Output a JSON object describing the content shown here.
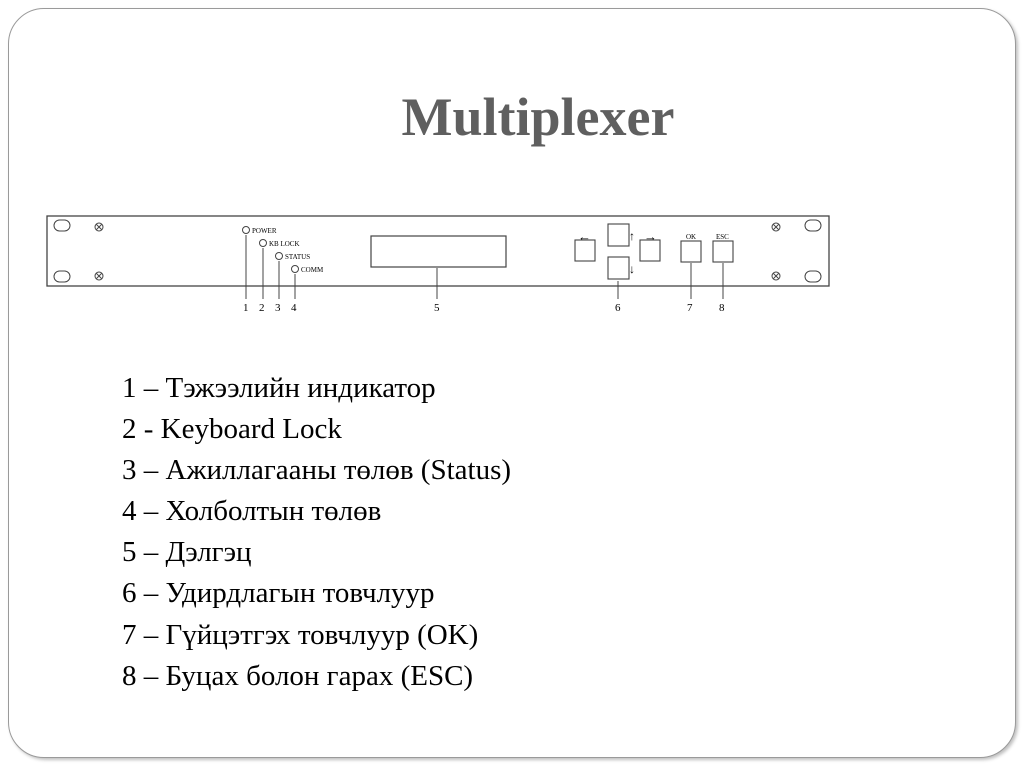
{
  "slide": {
    "title": "Multiplexer"
  },
  "panel": {
    "indicators": [
      {
        "label": "POWER"
      },
      {
        "label": "KB LOCK"
      },
      {
        "label": "STATUS"
      },
      {
        "label": "COMM"
      }
    ],
    "buttons": {
      "left_arrow": "←",
      "right_arrow": "→",
      "up_arrow": "↑",
      "down_arrow": "↓",
      "ok": "OK",
      "esc": "ESC"
    },
    "callouts": [
      "1",
      "2",
      "3",
      "4",
      "5",
      "6",
      "7",
      "8"
    ]
  },
  "legend": [
    "1 – Тэжээлийн индикатор",
    "2 - Keyboard Lock",
    "3 – Ажиллагааны төлөв (Status)",
    "4 – Холболтын төлөв",
    "5 – Дэлгэц",
    "6 – Удирдлагын товчлуур",
    "7 – Гүйцэтгэх товчлуур (OK)",
    "8 – Буцах болон гарах (ESC)"
  ]
}
